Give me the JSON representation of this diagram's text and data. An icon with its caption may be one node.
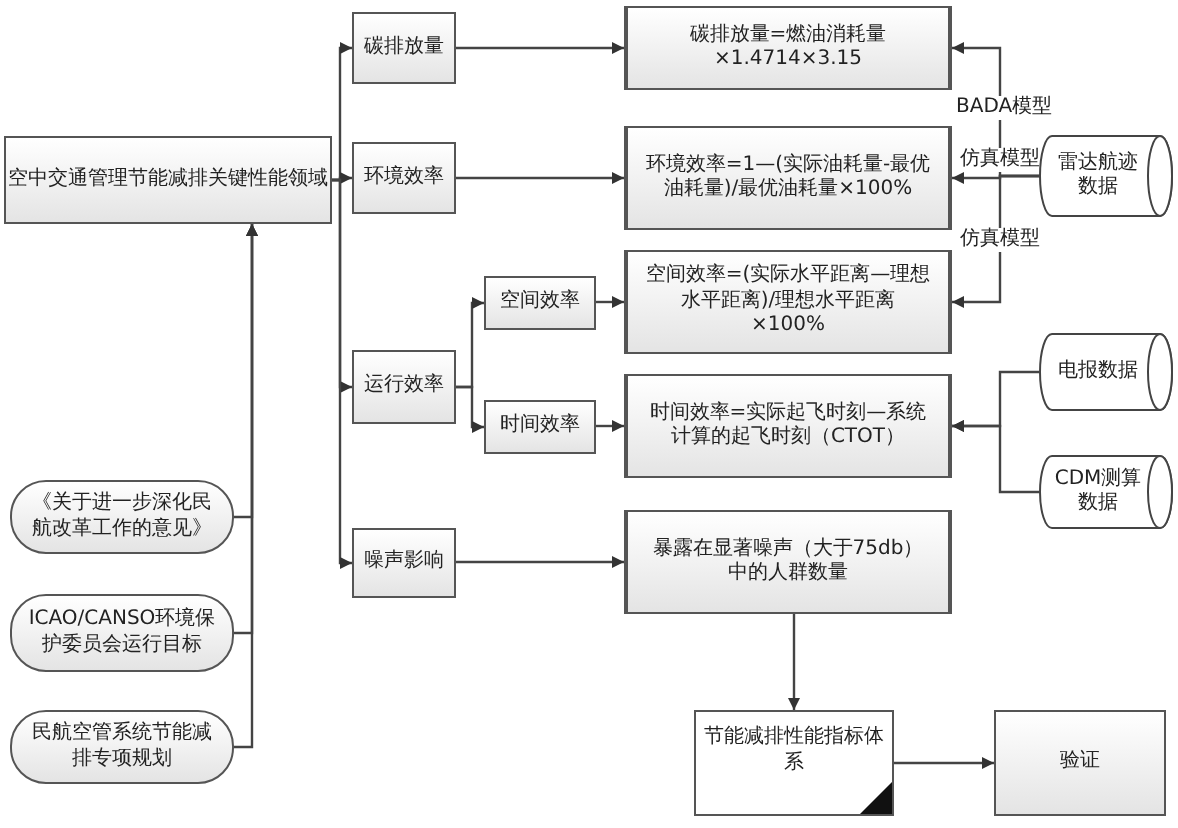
{
  "diagram": {
    "nodes": [
      {
        "text": [
          "空中交通管理节能减排关键性能领域"
        ]
      },
      {
        "text": [
          "碳排放量"
        ]
      },
      {
        "text": [
          "环境效率"
        ]
      },
      {
        "text": [
          "运行效率"
        ]
      },
      {
        "text": [
          "空间效率"
        ]
      },
      {
        "text": [
          "时间效率"
        ]
      },
      {
        "text": [
          "噪声影响"
        ]
      },
      {
        "text": [
          "碳排放量=燃油消耗量×1.4714×3.15"
        ]
      },
      {
        "text": [
          "环境效率=1—(实际油耗量-最优油耗量)/最优油耗量×100%"
        ]
      },
      {
        "text": [
          "空间效率=(实际水平距离—理想水平距离)/理想水平距离×100%"
        ]
      },
      {
        "text": [
          "时间效率=实际起飞时刻—系统计算的起飞时刻（CTOT）"
        ]
      },
      {
        "text": [
          "暴露在显著噪声（大于75db）中的人群数量"
        ]
      },
      {
        "text": [
          "雷达航迹数据"
        ]
      },
      {
        "text": [
          "电报数据"
        ]
      },
      {
        "text": [
          "CDM测算数据"
        ]
      },
      {
        "text": [
          "《关于进一步深化民航改革工作的意见》"
        ]
      },
      {
        "text": [
          "ICAO/CANSO环境保护委员会运行目标"
        ]
      },
      {
        "text": [
          "民航空管系统节能减排专项规划"
        ]
      },
      {
        "text": [
          "节能减排性能指标体系"
        ]
      },
      {
        "text": [
          "验证"
        ]
      }
    ],
    "edges": [
      {
        "from": 0,
        "to": 1,
        "arrow": "to"
      },
      {
        "from": 0,
        "to": 2,
        "arrow": "to"
      },
      {
        "from": 0,
        "to": 3,
        "arrow": "to"
      },
      {
        "from": 0,
        "to": 6,
        "arrow": "to"
      },
      {
        "from": 1,
        "to": 7,
        "arrow": "to"
      },
      {
        "from": 2,
        "to": 8,
        "arrow": "to"
      },
      {
        "from": 3,
        "to": 4,
        "arrow": "to"
      },
      {
        "from": 3,
        "to": 5,
        "arrow": "to"
      },
      {
        "from": 4,
        "to": 9,
        "arrow": "to"
      },
      {
        "from": 5,
        "to": 10,
        "arrow": "to"
      },
      {
        "from": 6,
        "to": 11,
        "arrow": "to"
      },
      {
        "from": 12,
        "to": 7,
        "arrow": "to",
        "label": "BADA模型"
      },
      {
        "from": 12,
        "to": 8,
        "arrow": "to",
        "label": "仿真模型"
      },
      {
        "from": 12,
        "to": 9,
        "arrow": "to",
        "label": "仿真模型"
      },
      {
        "from": 13,
        "to": 10,
        "arrow": "to"
      },
      {
        "from": 14,
        "to": 10,
        "arrow": "to"
      },
      {
        "from": 15,
        "to": 0,
        "arrow": "to"
      },
      {
        "from": 16,
        "to": 0,
        "arrow": "to"
      },
      {
        "from": 17,
        "to": 0,
        "arrow": "to"
      },
      {
        "from": 11,
        "to": 18,
        "arrow": "to"
      },
      {
        "from": 18,
        "to": 19,
        "arrow": "to"
      }
    ]
  }
}
